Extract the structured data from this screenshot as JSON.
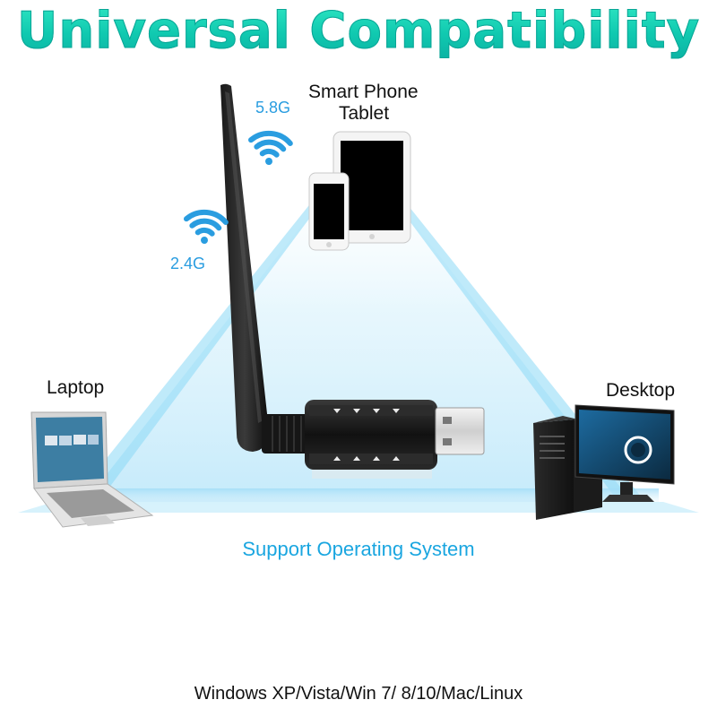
{
  "title": "Universal Compatibility",
  "labels": {
    "smart_phone": "Smart Phone",
    "tablet": "Tablet",
    "laptop": "Laptop",
    "desktop": "Desktop",
    "band_5g": "5.8G",
    "band_24g": "2.4G"
  },
  "support_heading": "Support Operating System",
  "os_list": "Windows XP/Vista/Win 7/ 8/10/Mac/Linux",
  "colors": {
    "title_gradient": "#1fd4b8",
    "wifi_blue": "#2a9de0",
    "triangle": "#5ccbf0"
  },
  "icons": [
    "wifi-icon",
    "antenna",
    "usb-adapter",
    "phone",
    "tablet",
    "laptop",
    "desktop-pc"
  ]
}
